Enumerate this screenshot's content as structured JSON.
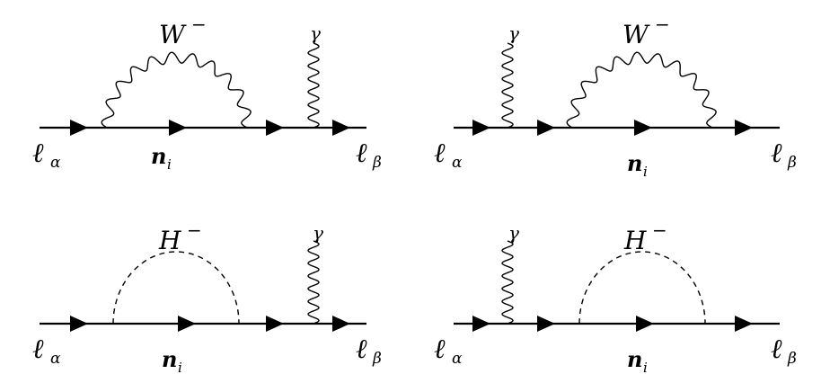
{
  "diagrams": [
    {
      "boson": "W",
      "photon_position": "right",
      "incoming": "ℓ",
      "incoming_index": "α",
      "outgoing": "ℓ",
      "outgoing_index": "β",
      "internal": "n",
      "internal_index": "i",
      "boson_label": "W",
      "boson_charge": "−",
      "photon_label": "γ"
    },
    {
      "boson": "W",
      "photon_position": "left",
      "incoming": "ℓ",
      "incoming_index": "α",
      "outgoing": "ℓ",
      "outgoing_index": "β",
      "internal": "n",
      "internal_index": "i",
      "boson_label": "W",
      "boson_charge": "−",
      "photon_label": "γ"
    },
    {
      "boson": "H",
      "photon_position": "right",
      "incoming": "ℓ",
      "incoming_index": "α",
      "outgoing": "ℓ",
      "outgoing_index": "β",
      "internal": "n",
      "internal_index": "i",
      "boson_label": "H",
      "boson_charge": "−",
      "photon_label": "γ"
    },
    {
      "boson": "H",
      "photon_position": "left",
      "incoming": "ℓ",
      "incoming_index": "α",
      "outgoing": "ℓ",
      "outgoing_index": "β",
      "internal": "n",
      "internal_index": "i",
      "boson_label": "H",
      "boson_charge": "−",
      "photon_label": "γ"
    }
  ]
}
